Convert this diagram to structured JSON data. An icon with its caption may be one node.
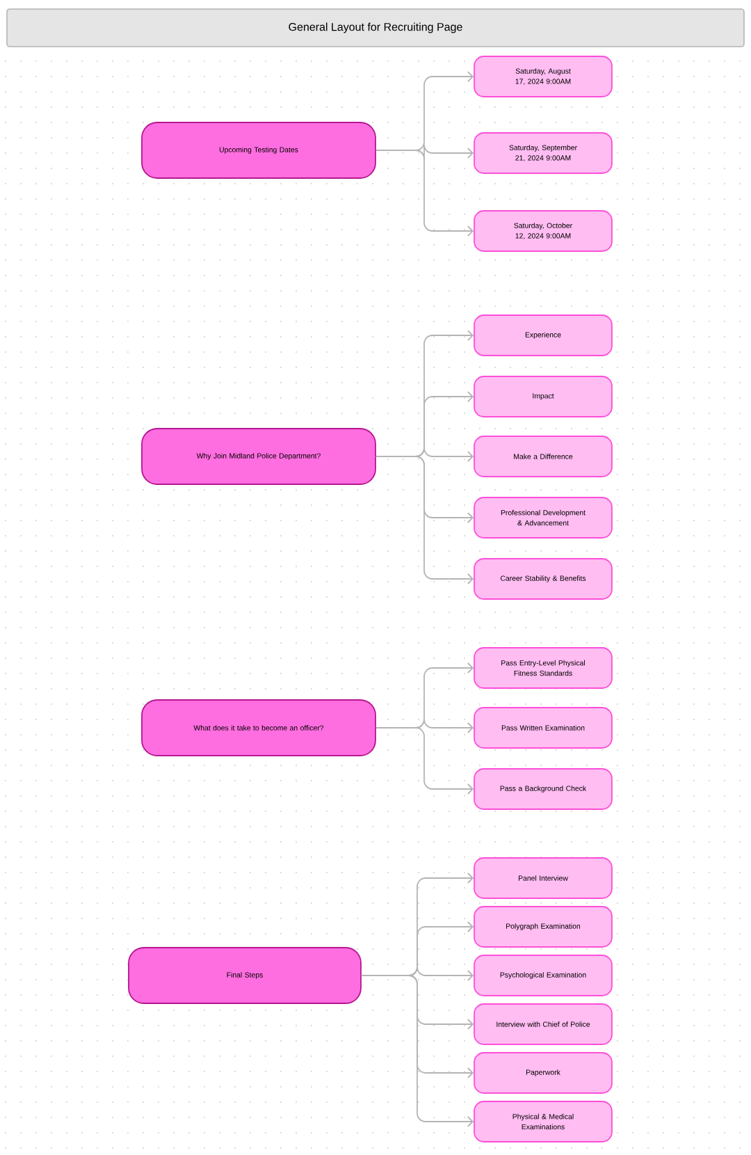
{
  "diagram": {
    "title": "General Layout for Recruiting Page",
    "nodes": [
      {
        "text": [
          "Upcoming Testing Dates"
        ]
      },
      {
        "text": [
          "Saturday, August 17, 2024 9:00AM"
        ]
      },
      {
        "text": [
          "Saturday, September 21, 2024 9:00AM"
        ]
      },
      {
        "text": [
          "Saturday, October 12, 2024 9:00AM"
        ]
      },
      {
        "text": [
          "Why Join Midland Police Department?"
        ]
      },
      {
        "text": [
          "Experience"
        ]
      },
      {
        "text": [
          "Impact"
        ]
      },
      {
        "text": [
          "Make a Difference"
        ]
      },
      {
        "text": [
          "Professional Development & Advancement"
        ]
      },
      {
        "text": [
          "Career Stability & Benefits"
        ]
      },
      {
        "text": [
          "What does it take to become an officer?"
        ]
      },
      {
        "text": [
          "Pass Entry-Level Physical Fitness Standards"
        ]
      },
      {
        "text": [
          "Pass Written Examination"
        ]
      },
      {
        "text": [
          "Pass a Background Check"
        ]
      },
      {
        "text": [
          "Final Steps"
        ]
      },
      {
        "text": [
          "Panel Interview"
        ]
      },
      {
        "text": [
          "Polygraph Examination"
        ]
      },
      {
        "text": [
          "Psychological Examination"
        ]
      },
      {
        "text": [
          "Interview with Chief of Police"
        ]
      },
      {
        "text": [
          "Paperwork"
        ]
      },
      {
        "text": [
          "Physical & Medical Examinations"
        ]
      }
    ],
    "edges": [
      {
        "from": 0,
        "to": 1,
        "arrow": "to"
      },
      {
        "from": 0,
        "to": 2,
        "arrow": "to"
      },
      {
        "from": 0,
        "to": 3,
        "arrow": "to"
      },
      {
        "from": 4,
        "to": 5,
        "arrow": "to"
      },
      {
        "from": 4,
        "to": 6,
        "arrow": "to"
      },
      {
        "from": 4,
        "to": 7,
        "arrow": "to"
      },
      {
        "from": 4,
        "to": 8,
        "arrow": "to"
      },
      {
        "from": 4,
        "to": 9,
        "arrow": "to"
      },
      {
        "from": 10,
        "to": 11,
        "arrow": "to"
      },
      {
        "from": 10,
        "to": 12,
        "arrow": "to"
      },
      {
        "from": 10,
        "to": 13,
        "arrow": "to"
      },
      {
        "from": 14,
        "to": 15,
        "arrow": "to"
      },
      {
        "from": 14,
        "to": 16,
        "arrow": "to"
      },
      {
        "from": 14,
        "to": 17,
        "arrow": "to"
      },
      {
        "from": 14,
        "to": 18,
        "arrow": "to"
      },
      {
        "from": 14,
        "to": 19,
        "arrow": "to"
      },
      {
        "from": 14,
        "to": 20,
        "arrow": "to"
      }
    ]
  }
}
